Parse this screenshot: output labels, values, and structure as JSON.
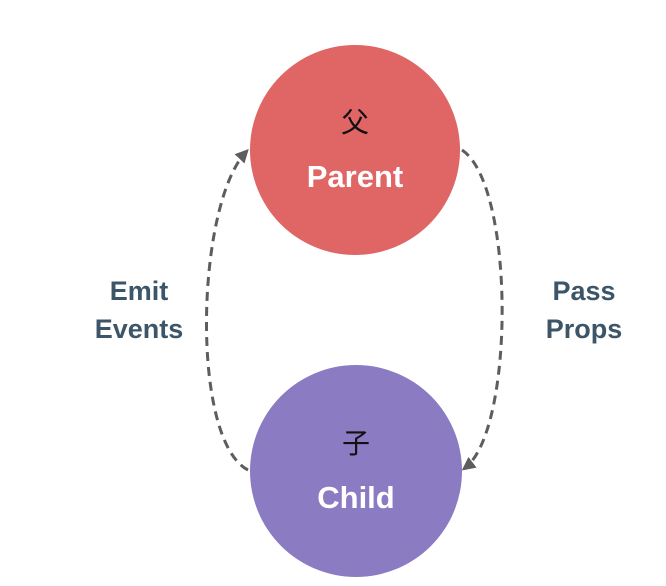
{
  "colors": {
    "parent": "#e06565",
    "child": "#8b7bc2",
    "arrow": "#5d5d5d",
    "label": "#3d5568"
  },
  "nodes": {
    "parent": {
      "glyph": "父",
      "label": "Parent"
    },
    "child": {
      "glyph": "子",
      "label": "Child"
    }
  },
  "edges": {
    "emit": {
      "line1": "Emit",
      "line2": "Events",
      "direction": "child-to-parent"
    },
    "props": {
      "line1": "Pass",
      "line2": "Props",
      "direction": "parent-to-child"
    }
  }
}
